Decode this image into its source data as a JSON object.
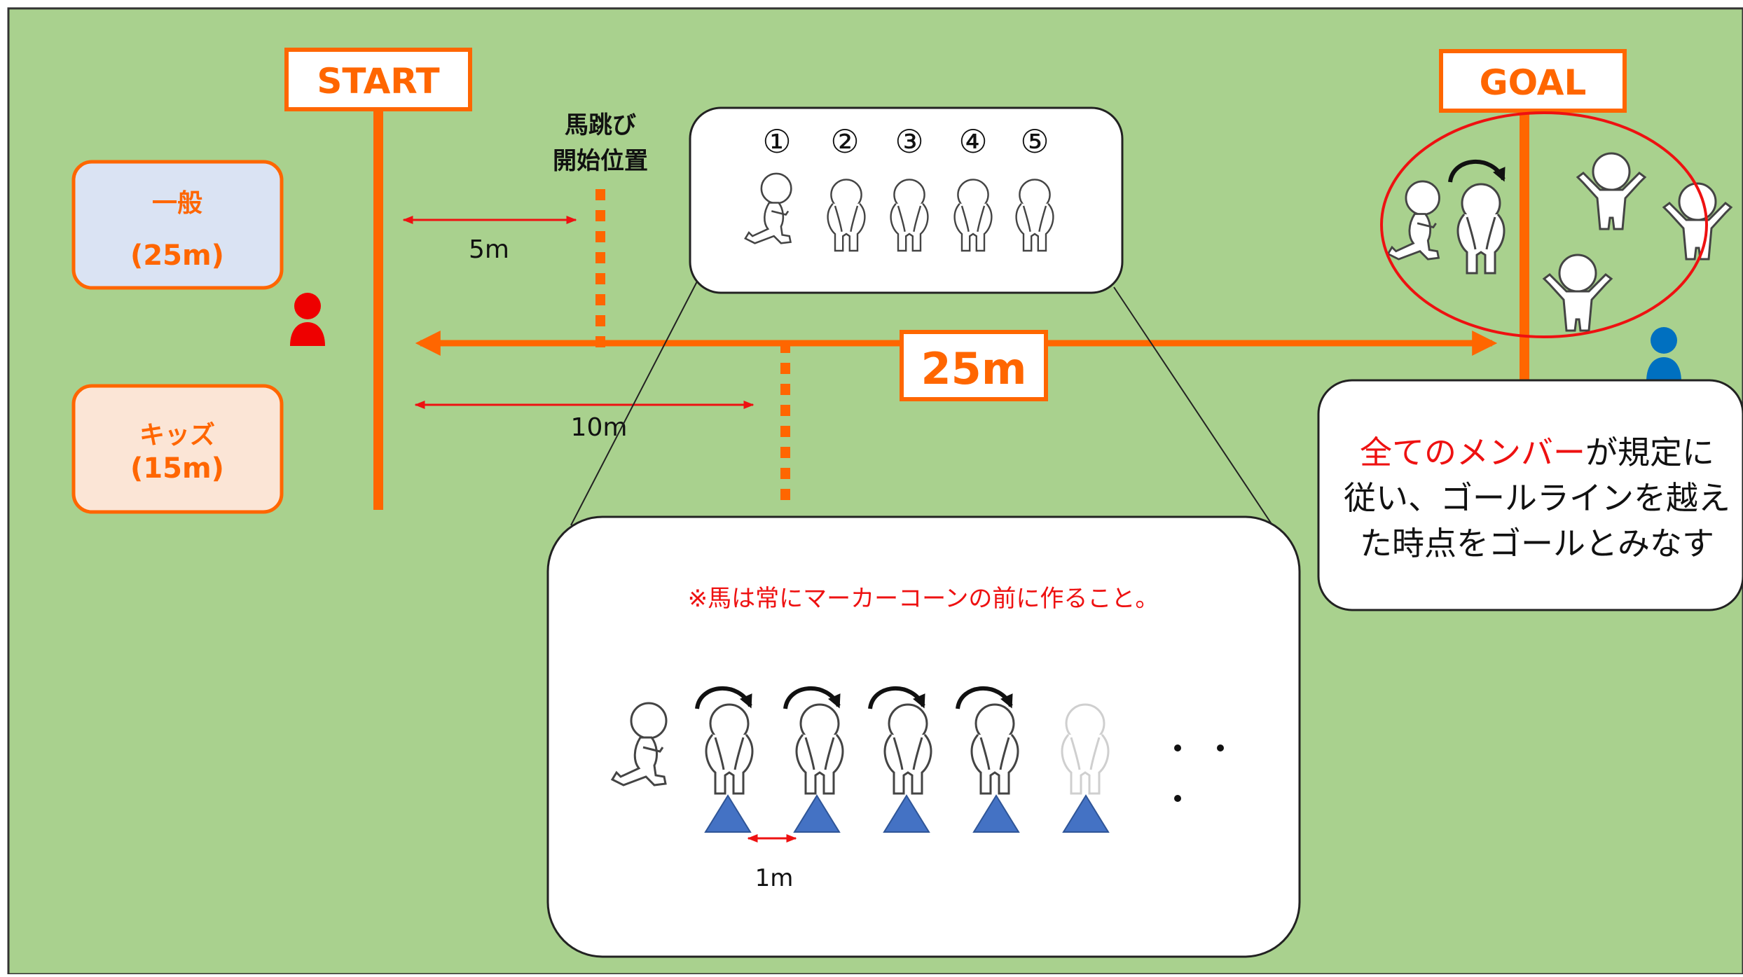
{
  "colors": {
    "field": "#a9d18e",
    "orange": "#ff6600",
    "red_text": "#ee1111",
    "cone": "#4472c4",
    "general_box_fill": "#dae3f3",
    "kids_box_fill": "#fbe5d6"
  },
  "labels": {
    "start": "START",
    "goal": "GOAL",
    "general_title": "一般",
    "general_distance": "(25m)",
    "kids_title": "キッズ",
    "kids_distance": "(15m)",
    "jump_start_line1": "馬跳び",
    "jump_start_line2": "開始位置",
    "dist_5m": "5m",
    "dist_10m": "10m",
    "dist_25m": "25m",
    "dist_1m": "1m",
    "order_numbers": [
      "①",
      "②",
      "③",
      "④",
      "⑤"
    ],
    "note": "※馬は常にマーカーコーンの前に作ること。",
    "ellipsis_dots": "・ ・ ・",
    "goal_rule": {
      "line1_highlight": "全てのメンバー",
      "line1_rest": "が規定に",
      "line2": "従い、ゴールラインを越え",
      "line3": "た時点をゴールとみなす"
    }
  },
  "icons": {
    "referee_start": "person-icon-red",
    "referee_goal": "person-icon-blue",
    "runner": "running-figure-icon",
    "horse": "bent-over-figure-icon",
    "cheering": "cheering-figure-icon",
    "cone": "marker-cone-icon",
    "jump_arrow": "curved-arrow-icon"
  }
}
